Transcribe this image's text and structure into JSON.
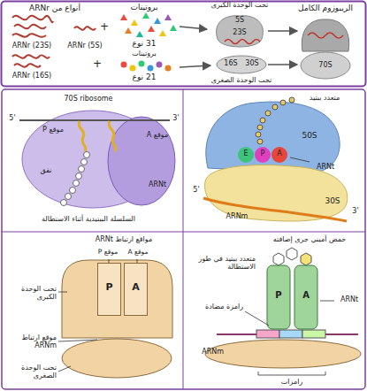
{
  "diagram": {
    "nodes": [
      {
        "text": [
          "تحت الوحدة الكبرى",
          "5S",
          "23S"
        ]
      },
      {
        "text": [
          "16S",
          "30S",
          "تحت الوحدة الصغرى"
        ]
      },
      {
        "text": [
          "الريبوزوم الكامل",
          "70S"
        ]
      },
      {
        "text": [
          "P"
        ]
      },
      {
        "text": [
          "A"
        ]
      }
    ],
    "edges": [
      {
        "from": 0,
        "to": 2,
        "arrow": "to"
      },
      {
        "from": 1,
        "to": 2,
        "arrow": "to"
      }
    ],
    "labels": [
      "أنواع من ARNr",
      "ARNr (23S)",
      "ARNr (5S)",
      "+",
      "بروتينات",
      "31 نوع",
      "ARNr (16S)",
      "+",
      "بروتينات",
      "21 نوع",
      "70S ribosome",
      "5'",
      "3'",
      "موقع P",
      "موقع A",
      "نفق",
      "ARNt",
      "السلسلة الببتيدية أثناء الاستطالة",
      "متعدد ببتيد",
      "50S",
      "E",
      "P",
      "A",
      "ARNt",
      "30S",
      "5'",
      "ARNm",
      "3'",
      "مواقع ارتباط ARNt",
      "موقع P",
      "موقع A",
      "تحت الوحدة الكبرى",
      "موقع ارتباط ARNm",
      "تحت الوحدة الصغرى",
      "حمض أميني جرى إضافته",
      "متعدد ببتيد في طور الاستطالة",
      "P",
      "A",
      "رامزة مضادة",
      "ARNt",
      "ARNm",
      "رامزات"
    ]
  }
}
